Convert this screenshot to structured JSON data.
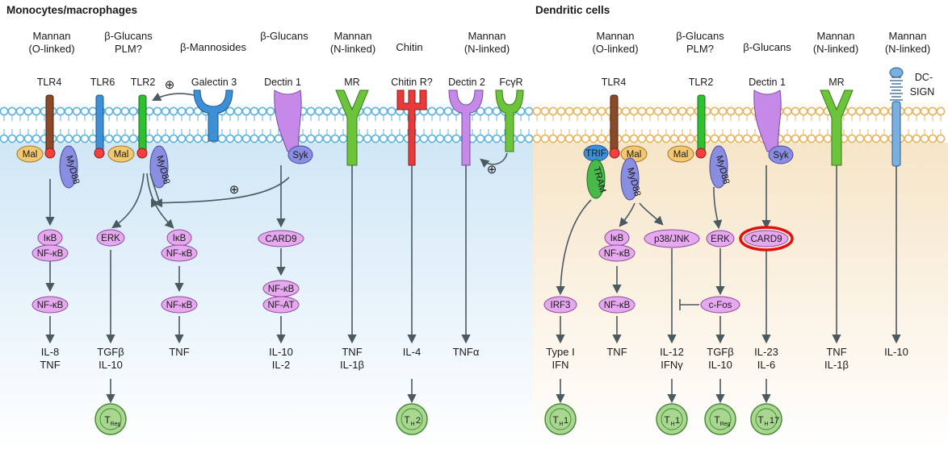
{
  "sections": {
    "left": "Monocytes/macrophages",
    "right": "Dendritic cells"
  },
  "left": {
    "ligands": [
      [
        "Mannan",
        "(O-linked)"
      ],
      [
        "β-Glucans",
        "PLM?"
      ],
      [
        "β-Mannosides"
      ],
      [
        "β-Glucans"
      ],
      [
        "Mannan",
        "(N-linked)"
      ],
      [
        "Chitin"
      ],
      [
        "Mannan",
        "(N-linked)"
      ]
    ],
    "receptors": [
      "TLR4",
      "TLR6",
      "TLR2",
      "Galectin 3",
      "Dectin 1",
      "MR",
      "Chitin R?",
      "Dectin 2",
      "FcγR"
    ],
    "adaptors": [
      "Mal",
      "Mal",
      "MyD88",
      "MyD88",
      "Syk"
    ],
    "nodes": [
      "IκB",
      "NF-κB",
      "NF-κB",
      "ERK",
      "IκB",
      "NF-κB",
      "NF-κB",
      "CARD9",
      "NF-κB",
      "NF-AT"
    ],
    "outputs": [
      [
        "IL-8",
        "TNF"
      ],
      [
        "TGFβ",
        "IL-10"
      ],
      [
        "TNF"
      ],
      [
        "IL-10",
        "IL-2"
      ],
      [
        "TNF",
        "IL-1β"
      ],
      [
        "IL-4"
      ],
      [
        "TNFα"
      ]
    ],
    "cells": [
      {
        "main": "T",
        "sub": "Reg"
      },
      {
        "main": "T",
        "sub": "H",
        "tail": "2"
      }
    ],
    "plus": [
      "⊕",
      "⊕",
      "⊕"
    ]
  },
  "right": {
    "ligands": [
      [
        "Mannan",
        "(O-linked)"
      ],
      [
        "β-Glucans",
        "PLM?"
      ],
      [
        "β-Glucans"
      ],
      [
        "Mannan",
        "(N-linked)"
      ],
      [
        "Mannan",
        "(N-linked)"
      ]
    ],
    "receptors": [
      "TLR4",
      "TLR2",
      "Dectin 1",
      "MR",
      "DC-",
      "SIGN"
    ],
    "adaptors": [
      "TRIF",
      "Mal",
      "TRAM",
      "MyD88",
      "Mal",
      "MyD88",
      "Syk"
    ],
    "nodes": [
      "IκB",
      "NF-κB",
      "p38/JNK",
      "ERK",
      "CARD9",
      "IRF3",
      "NF-κB",
      "c-Fos"
    ],
    "outputs": [
      [
        "Type I",
        "IFN"
      ],
      [
        "TNF"
      ],
      [
        "IL-12",
        "IFNγ"
      ],
      [
        "TGFβ",
        "IL-10"
      ],
      [
        "IL-23",
        "IL-6"
      ],
      [
        "TNF",
        "IL-1β"
      ],
      [
        "IL-10"
      ]
    ],
    "cells": [
      {
        "main": "T",
        "sub": "H",
        "tail": "1"
      },
      {
        "main": "T",
        "sub": "H",
        "tail": "1"
      },
      {
        "main": "T",
        "sub": "Reg"
      },
      {
        "main": "T",
        "sub": "H",
        "tail": "17"
      }
    ]
  },
  "colors": {
    "left_bg": "#d9ecf8",
    "right_bg": "#f7ead3",
    "left_membrane": "#5cb3e0",
    "right_membrane": "#e8b45c",
    "node_fill": "#e6a8ee",
    "adaptor_blue": "#8a8ee0",
    "adaptor_yellow": "#f2c870",
    "cell_fill": "#a8d890",
    "highlight": "#e01010"
  }
}
